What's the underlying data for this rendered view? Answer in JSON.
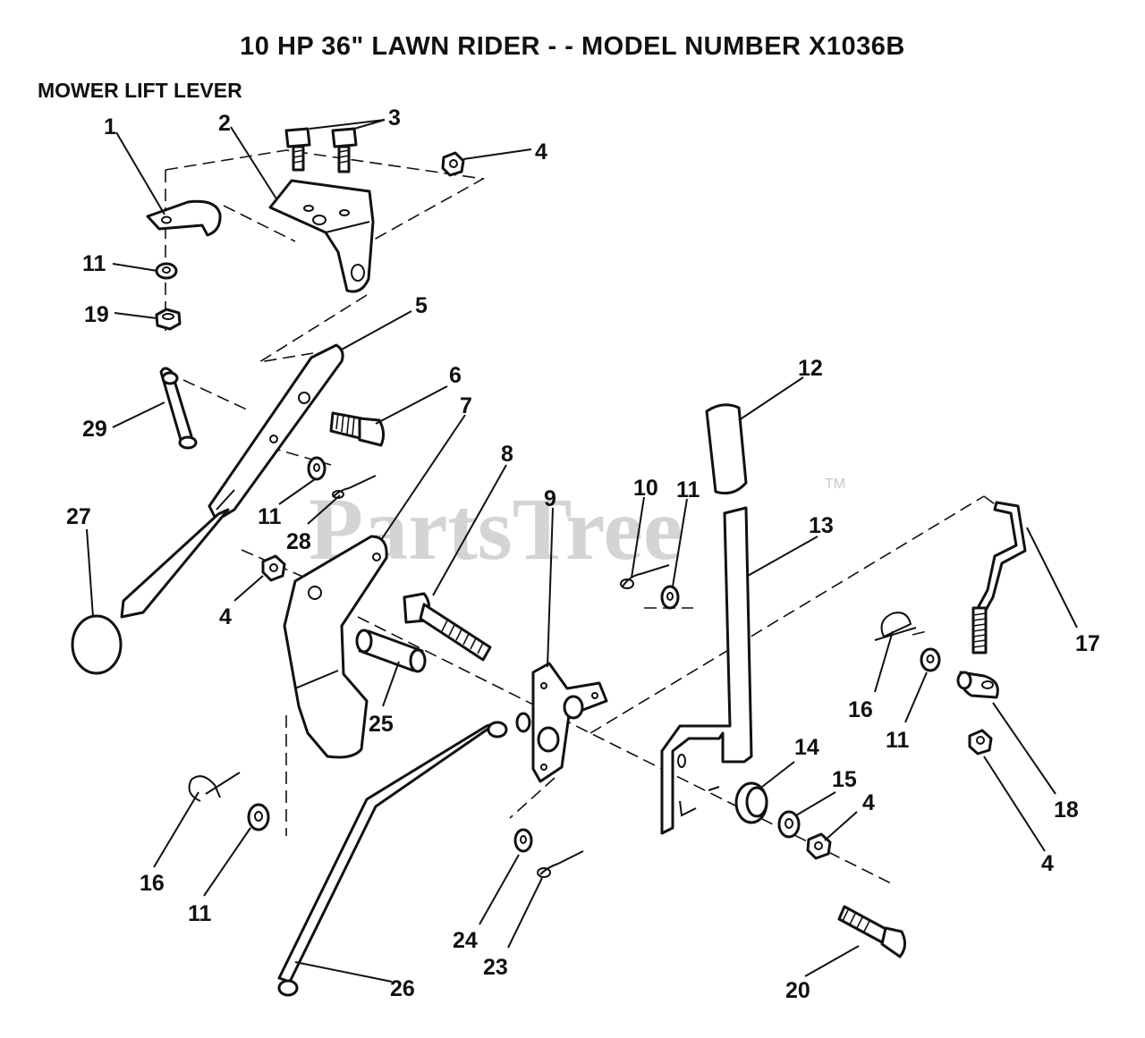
{
  "title": "10 HP 36\" LAWN RIDER - - MODEL NUMBER X1036B",
  "subtitle": "MOWER LIFT LEVER",
  "watermark": {
    "text": "PartsTree",
    "trademark": "TM"
  },
  "callouts": {
    "c1": "1",
    "c2": "2",
    "c3": "3",
    "c4a": "4",
    "c4b": "4",
    "c4c": "4",
    "c4d": "4",
    "c5": "5",
    "c6": "6",
    "c7": "7",
    "c8": "8",
    "c9": "9",
    "c10": "10",
    "c11a": "11",
    "c11b": "11",
    "c11c": "11",
    "c11d": "11",
    "c11e": "11",
    "c12": "12",
    "c13": "13",
    "c14": "14",
    "c15": "15",
    "c16a": "16",
    "c16b": "16",
    "c17": "17",
    "c18": "18",
    "c19": "19",
    "c20": "20",
    "c23": "23",
    "c24": "24",
    "c25": "25",
    "c26": "26",
    "c27": "27",
    "c28": "28",
    "c29": "29"
  }
}
